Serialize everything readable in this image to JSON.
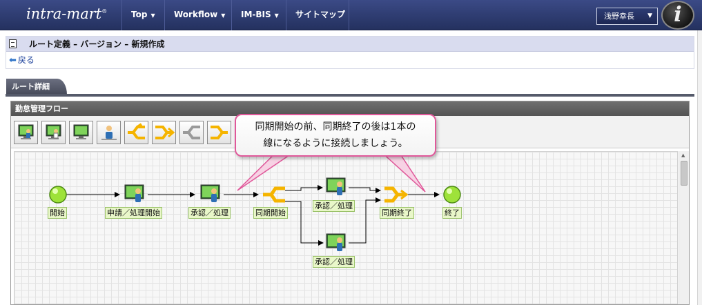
{
  "header": {
    "logo": "intra-mart",
    "nav": [
      {
        "label": "Top",
        "caret": "▼"
      },
      {
        "label": "Workflow",
        "caret": "▼"
      },
      {
        "label": "IM-BIS",
        "caret": "▼"
      },
      {
        "label": "サイトマップ"
      }
    ],
    "user": {
      "name": "浅野幸長",
      "caret": "▼"
    },
    "avatar_letter": "i"
  },
  "page": {
    "title": "ルート定義 – バージョン – 新規作成",
    "back_label": "戻る"
  },
  "tab": {
    "label": "ルート詳細"
  },
  "flow": {
    "panel_title": "勤怠管理フロー",
    "toolbar_tools": [
      "approve-node-icon",
      "approve-node-icon",
      "approve-node-icon",
      "user-node-icon",
      "sync-start-icon",
      "sync-end-icon",
      "branch-start-icon",
      "branch-end-icon"
    ],
    "nodes": {
      "start": "開始",
      "apply": "申請／処理開始",
      "approve1": "承認／処理",
      "sync_start": "同期開始",
      "approve2": "承認／処理",
      "approve3": "承認／処理",
      "sync_end": "同期終了",
      "end": "終了"
    },
    "callout_lines": [
      "同期開始の前、同期終了の後は1本の",
      "線になるように接続しましょう。"
    ],
    "colors": {
      "callout_border": "#e0589a",
      "label_bg": "#e9f7c9",
      "sync_node": "#f5b400"
    }
  }
}
